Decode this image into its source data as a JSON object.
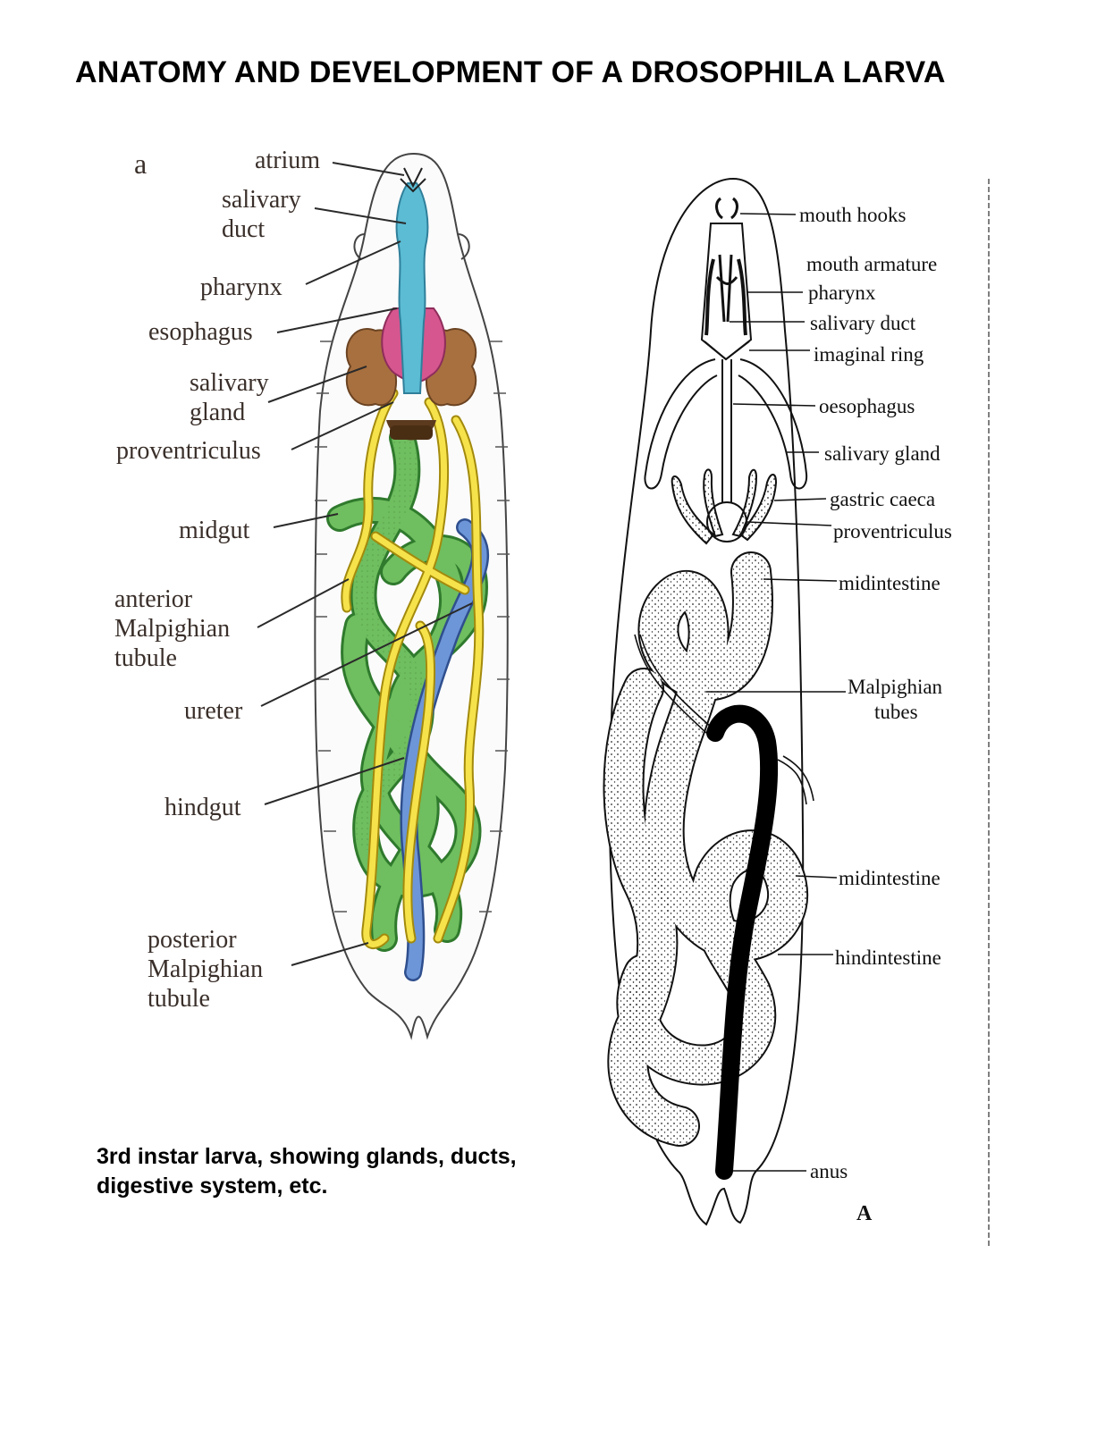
{
  "title": "ANATOMY AND DEVELOPMENT OF A DROSOPHILA LARVA",
  "caption": {
    "line1": "3rd instar larva, showing glands, ducts,",
    "line2": "digestive system, etc."
  },
  "figure_a": {
    "panel_letter": "a",
    "labels": {
      "atrium": "atrium",
      "salivary_duct_1": "salivary",
      "salivary_duct_2": "duct",
      "pharynx": "pharynx",
      "esophagus": "esophagus",
      "salivary_gland_1": "salivary",
      "salivary_gland_2": "gland",
      "proventriculus": "proventriculus",
      "midgut": "midgut",
      "anterior_malpighian_1": "anterior",
      "anterior_malpighian_2": "Malpighian",
      "anterior_malpighian_3": "tubule",
      "ureter": "ureter",
      "hindgut": "hindgut",
      "posterior_malpighian_1": "posterior",
      "posterior_malpighian_2": "Malpighian",
      "posterior_malpighian_3": "tubule"
    },
    "colors": {
      "salivary_duct": "#5bbcd4",
      "esophagus": "#d6568f",
      "salivary_gland": "#9a6a3e",
      "midgut": "#5ca653",
      "malpighian_tubule": "#f4dd3c",
      "hindgut": "#5a86cc",
      "proventriculus": "#5b3a1e"
    }
  },
  "figure_b": {
    "panel_letter": "A",
    "labels": {
      "mouth_hooks": "mouth hooks",
      "mouth_armature": "mouth armature",
      "pharynx": "pharynx",
      "salivary_duct": "salivary duct",
      "imaginal_ring": "imaginal ring",
      "oesophagus": "oesophagus",
      "salivary_gland": "salivary gland",
      "gastric_caeca": "gastric caeca",
      "proventriculus": "proventriculus",
      "midintestine_1": "midintestine",
      "malpighian_1": "Malpighian",
      "malpighian_2": "tubes",
      "midintestine_2": "midintestine",
      "hindintestine": "hindintestine",
      "anus": "anus"
    }
  }
}
